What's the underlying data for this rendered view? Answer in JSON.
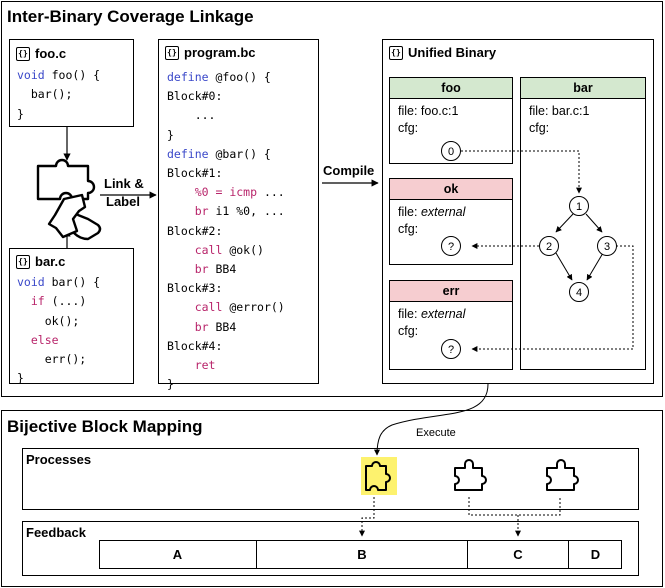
{
  "top": {
    "title": "Inter-Binary Coverage Linkage",
    "foo_c": {
      "name": "foo.c",
      "lines": [
        [
          "void",
          " foo() {"
        ],
        [
          "",
          "  bar();"
        ],
        [
          "",
          "}"
        ]
      ]
    },
    "bar_c": {
      "name": "bar.c"
    },
    "program": {
      "name": "program.bc"
    },
    "link_label_1": "Link &",
    "link_label_2": "Label",
    "compile_label": "Compile",
    "unified": {
      "name": "Unified Binary",
      "foo": {
        "name": "foo",
        "file": "file: foo.c:1",
        "cfg": "cfg:",
        "node": "0"
      },
      "bar": {
        "name": "bar",
        "file": "file: bar.c:1",
        "cfg": "cfg:",
        "nodes": [
          "1",
          "2",
          "3",
          "4"
        ]
      },
      "ok": {
        "name": "ok",
        "file_prefix": "file: ",
        "file_value": "external",
        "cfg": "cfg:",
        "node": "?"
      },
      "err": {
        "name": "err",
        "file_prefix": "file: ",
        "file_value": "external",
        "cfg": "cfg:",
        "node": "?"
      }
    }
  },
  "bottom": {
    "title": "Bijective Block Mapping",
    "execute_label": "Execute",
    "processes_label": "Processes",
    "feedback_label": "Feedback",
    "blocks": [
      "A",
      "B",
      "C",
      "D"
    ]
  },
  "colors": {
    "highlight": "#fdf26e",
    "green_header": "#d4e8cf",
    "red_header": "#f6cdd0",
    "keyword_blue": "#3a48c9",
    "keyword_red": "#b8246a"
  },
  "icons": [
    "puzzle-hand-icon",
    "puzzle-piece-icon",
    "file-code-icon"
  ]
}
